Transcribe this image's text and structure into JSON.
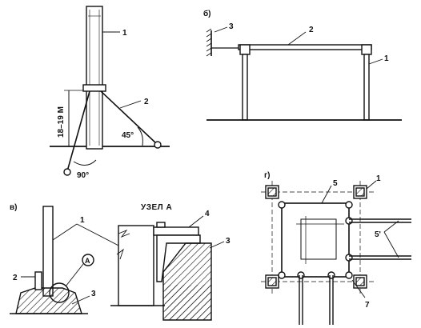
{
  "panels": {
    "a": {
      "callouts": {
        "post": "1",
        "brace": "2"
      },
      "height_dim": "18–19 M",
      "angle_45": "45°",
      "angle_90": "90°"
    },
    "b": {
      "panel_label": "б)",
      "callouts": {
        "wall": "3",
        "beam": "2",
        "post": "1"
      }
    },
    "v": {
      "panel_label": "в)",
      "node_title": "УЗЕЛ А",
      "node_marker": "А",
      "callouts": {
        "post": "1",
        "wedge": "2",
        "footing": "3",
        "node_top": "4",
        "node_base": "3"
      }
    },
    "g": {
      "panel_label": "г)",
      "callouts": {
        "post": "1",
        "frame": "5",
        "rods": "5'",
        "ring": "7"
      }
    }
  },
  "colors": {
    "ink": "#111111",
    "paper": "#ffffff"
  }
}
